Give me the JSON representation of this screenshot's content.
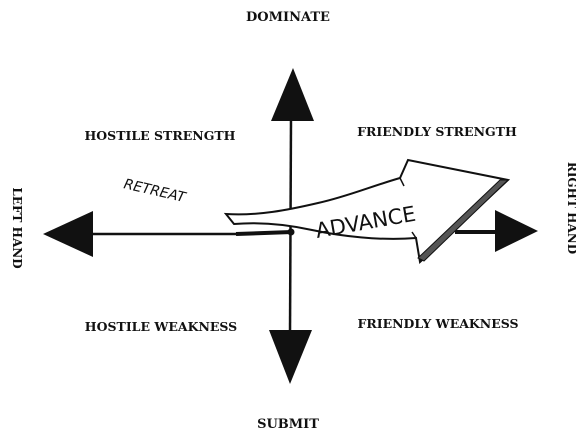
{
  "axes": {
    "top": "DOMINATE",
    "bottom": "SUBMIT",
    "left": "LEFT HAND",
    "right": "RIGHT HAND"
  },
  "quadrants": {
    "top_left": "HOSTILE STRENGTH",
    "top_right": "FRIENDLY STRENGTH",
    "bottom_left": "HOSTILE WEAKNESS",
    "bottom_right": "FRIENDLY WEAKNESS"
  },
  "arrow": {
    "tail_label": "RETREAT",
    "head_label": "ADVANCE"
  },
  "colors": {
    "ink": "#111111",
    "paper": "#ffffff"
  }
}
